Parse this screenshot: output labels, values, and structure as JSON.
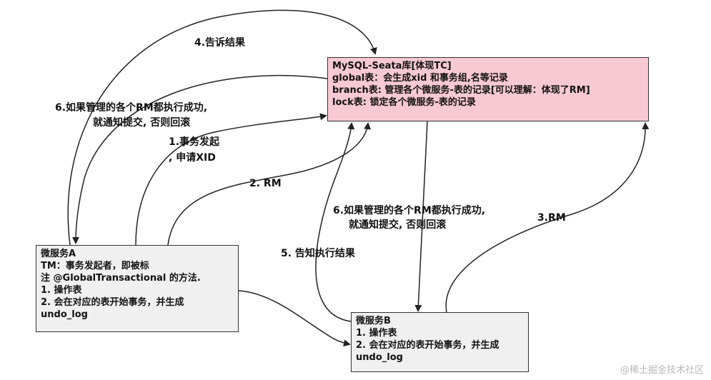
{
  "tc_box": {
    "lines": [
      "MySQL-Seata库[体现TC]",
      "global表：会生成xid 和事务组,名等记录",
      "branch表: 管理各个微服务-表的记录[可以理解：体现了RM]",
      "lock表: 锁定各个微服务-表的记录"
    ]
  },
  "service_a": {
    "lines": [
      "微服务A",
      "TM：事务发起者，即被标",
      "注 @GlobalTransactional 的方法.",
      "1. 操作表",
      "2. 会在对应的表开始事务，并生成",
      "undo_log"
    ]
  },
  "service_b": {
    "lines": [
      "微服务B",
      "1. 操作表",
      "2. 会在对应的表开始事务，并生成",
      "undo_log"
    ]
  },
  "labels": {
    "notify_result": "4.告诉结果",
    "commit_left_1": "6.如果管理的各个RM都执行成功,",
    "commit_left_2": "就通知提交, 否则回滚",
    "start_tx_1": "1.事务发起",
    "start_tx_2": ", 申请XID",
    "rm_a": "2. RM",
    "commit_mid_1": "6.如果管理的各个RM都执行成功,",
    "commit_mid_2": "就通知提交, 否则回滚",
    "report_result": "5. 告知执行结果",
    "rm_b": "3.RM"
  },
  "watermark": "@稀土掘金技术社区",
  "colors": {
    "tc_fill": "#f8c9d2",
    "service_fill": "#f0f0f0",
    "line": "#222222"
  }
}
